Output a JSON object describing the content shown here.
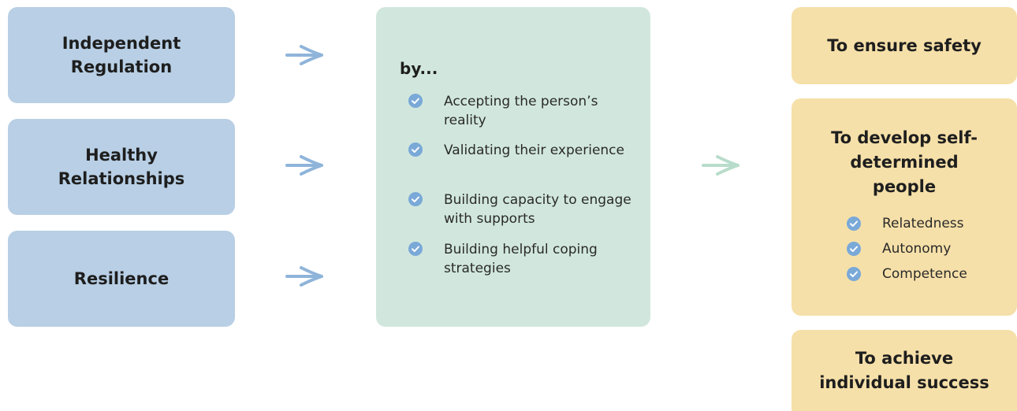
{
  "left_boxes": [
    {
      "label": "Independent Regulation"
    },
    {
      "label": "Healthy Relationships"
    },
    {
      "label": "Resilience"
    }
  ],
  "middle": {
    "title": "by...",
    "items": [
      "Accepting the person’s reality",
      "Validating their experience",
      "Building capacity to engage with supports",
      "Building helpful coping strategies"
    ]
  },
  "right_boxes": {
    "safety": {
      "title": "To ensure safety"
    },
    "develop": {
      "title": "To develop self-determined people",
      "items": [
        "Relatedness",
        "Autonomy",
        "Competence"
      ]
    },
    "success": {
      "title": "To achieve individual success"
    }
  },
  "colors": {
    "blue_box": "#b8cfe5",
    "green_box": "#d1e7dd",
    "yellow_box": "#f6e0a9",
    "blue_arrow": "#8fb4da",
    "green_arrow": "#b8dccb",
    "check": "#7aa9d8"
  },
  "icons": {
    "arrow": "arrow-right-icon",
    "check": "check-circle-icon"
  }
}
